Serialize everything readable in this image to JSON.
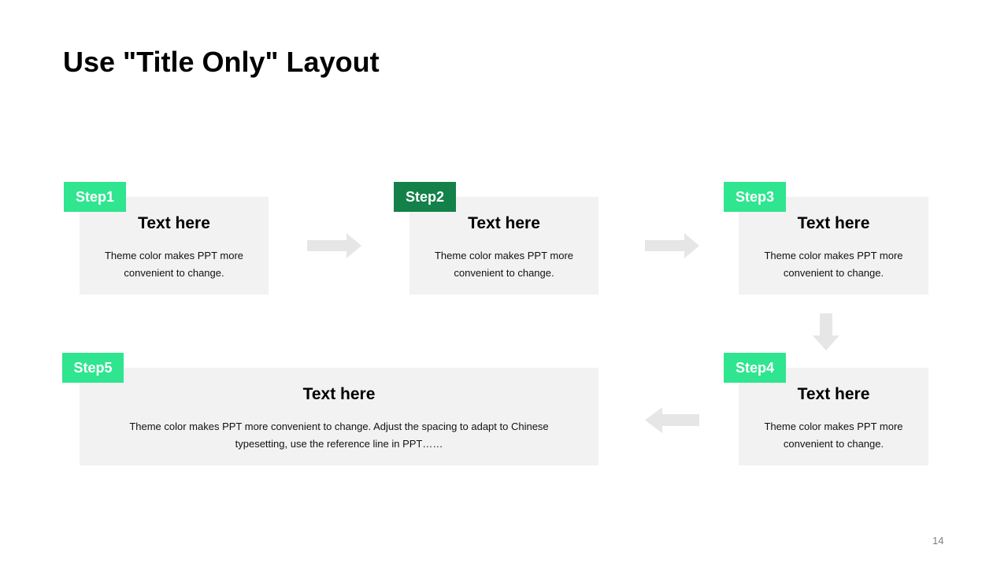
{
  "slide": {
    "title": "Use \"Title Only\" Layout",
    "page_number": "14"
  },
  "colors": {
    "accent": "#2fe58f",
    "accent_dark": "#138149",
    "card_bg": "#f2f2f2",
    "arrow": "#e6e6e6"
  },
  "steps": [
    {
      "label": "Step1",
      "heading": "Text here",
      "body_lines": [
        "Theme color makes PPT more",
        "convenient to change."
      ]
    },
    {
      "label": "Step2",
      "heading": "Text here",
      "body_lines": [
        "Theme color makes PPT more",
        "convenient to change."
      ]
    },
    {
      "label": "Step3",
      "heading": "Text here",
      "body_lines": [
        "Theme color makes PPT more",
        "convenient to change."
      ]
    },
    {
      "label": "Step4",
      "heading": "Text here",
      "body_lines": [
        "Theme color makes PPT more",
        "convenient to change."
      ]
    },
    {
      "label": "Step5",
      "heading": "Text here",
      "body_lines": [
        "Theme color makes PPT more convenient to change. Adjust the spacing to adapt to Chinese",
        "typesetting, use the reference line in PPT……"
      ]
    }
  ],
  "arrows": [
    {
      "name": "arrow-step1-to-step2",
      "direction": "right"
    },
    {
      "name": "arrow-step2-to-step3",
      "direction": "right"
    },
    {
      "name": "arrow-step3-to-step4",
      "direction": "down"
    },
    {
      "name": "arrow-step4-to-step5",
      "direction": "left"
    }
  ]
}
